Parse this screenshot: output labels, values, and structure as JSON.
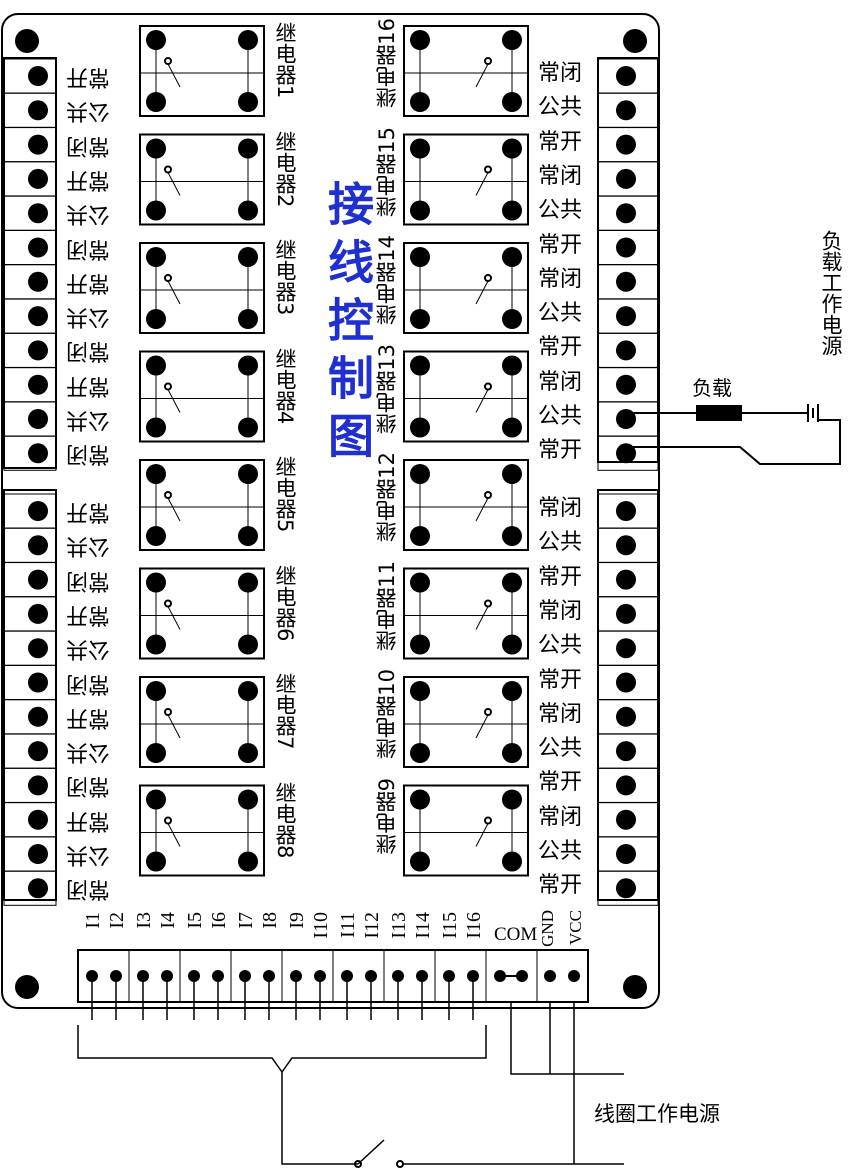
{
  "title": "接线控制图",
  "relays_left": [
    "继电器1",
    "继电器2",
    "继电器3",
    "继电器4",
    "继电器5",
    "继电器6",
    "继电器7",
    "继电器8"
  ],
  "relays_right": [
    "继电器16",
    "继电器15",
    "继电器14",
    "继电器13",
    "继电器12",
    "继电器11",
    "继电器10",
    "继电器9"
  ],
  "contact_labels": [
    "常闭",
    "公共",
    "常开"
  ],
  "inputs": [
    "I1",
    "I2",
    "I3",
    "I4",
    "I5",
    "I6",
    "I7",
    "I8",
    "I9",
    "I10",
    "I11",
    "I12",
    "I13",
    "I14",
    "I15",
    "I16"
  ],
  "power_terminals": [
    "COM",
    "GND",
    "VCC"
  ],
  "load_label": "负载",
  "load_power_label": "负载工作电源",
  "coil_power_label": "线圈工作电源",
  "colors": {
    "title": "#1f2fd0",
    "line": "#000000",
    "board": "#ffffff"
  }
}
